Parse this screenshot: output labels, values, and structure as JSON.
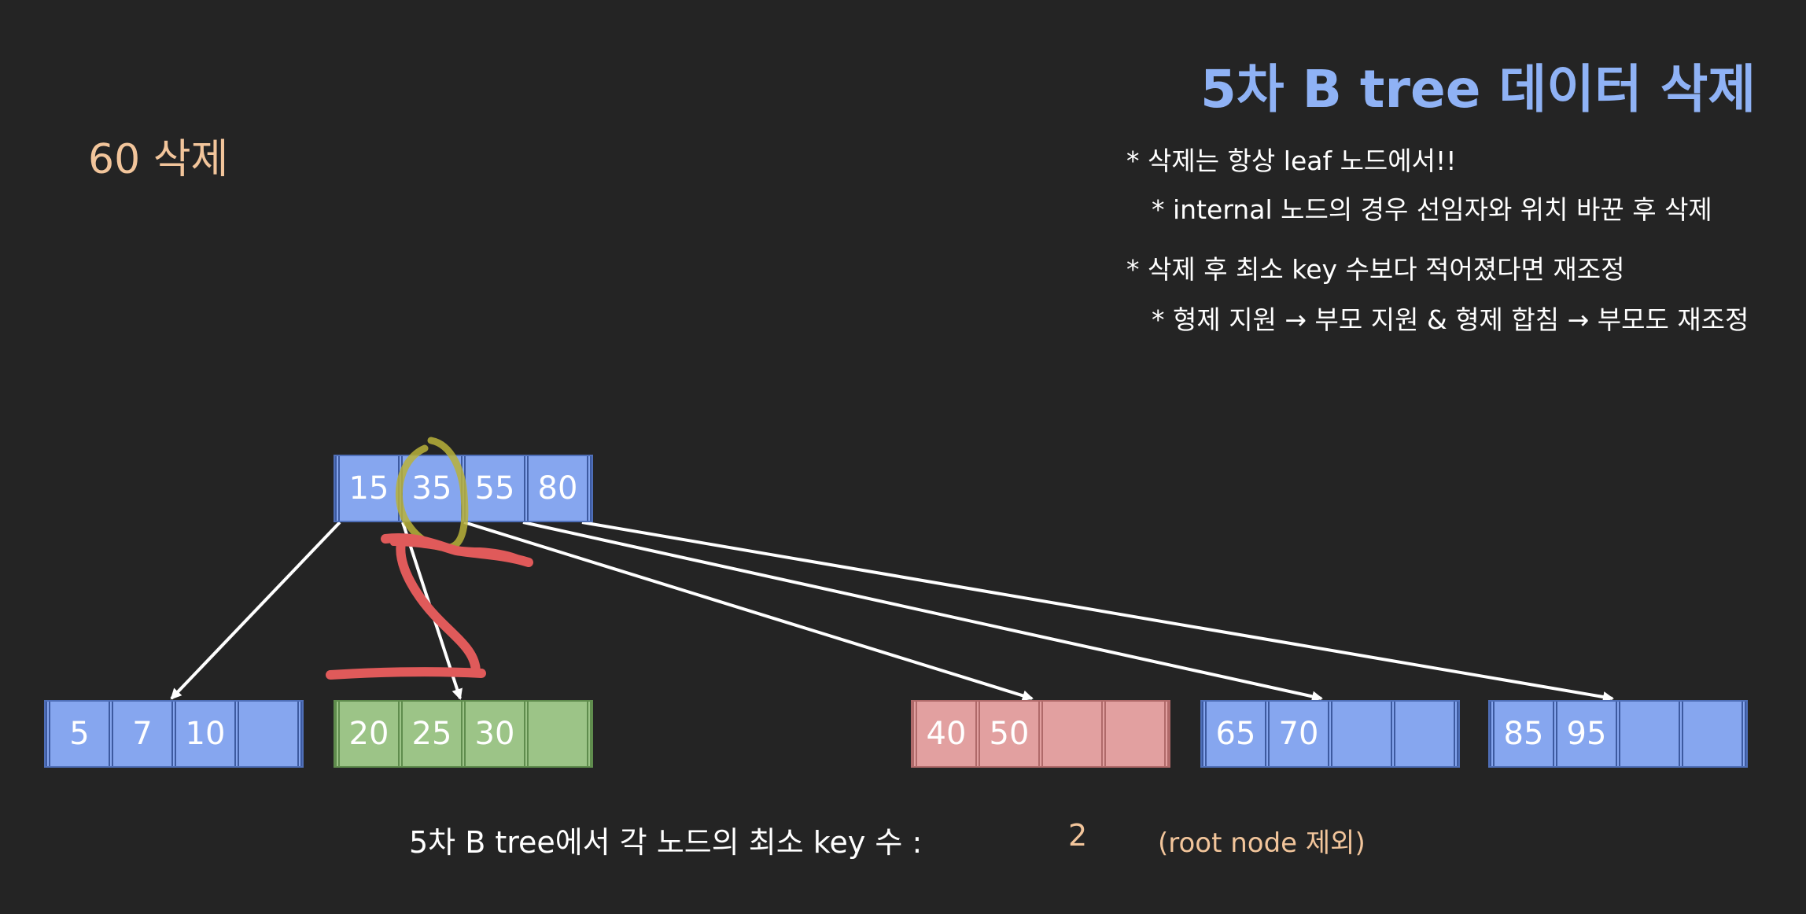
{
  "title": "5차 B tree 데이터 삭제",
  "step_label": "60 삭제",
  "notes": [
    "* 삭제는 항상 leaf 노드에서!!",
    "* internal 노드의 경우 선임자와 위치 바꾼 후 삭제",
    "* 삭제 후 최소 key 수보다 적어졌다면 재조정",
    "* 형제 지원 → 부모 지원 & 형제 합침 → 부모도 재조정"
  ],
  "root_keys": [
    "15",
    "35",
    "55",
    "80"
  ],
  "leaves": [
    {
      "keys": [
        "5",
        "7",
        "10",
        ""
      ],
      "color": "#86a6ef"
    },
    {
      "keys": [
        "20",
        "25",
        "30",
        ""
      ],
      "color": "#9cc487"
    },
    {
      "keys": [
        "40",
        "50",
        "",
        ""
      ],
      "color": "#e2a0a0"
    },
    {
      "keys": [
        "65",
        "70",
        "",
        ""
      ],
      "color": "#86a6ef"
    },
    {
      "keys": [
        "85",
        "95",
        "",
        ""
      ],
      "color": "#86a6ef"
    }
  ],
  "bottom": {
    "label": "5차 B tree에서 각 노드의 최소 key 수 :",
    "value": "2",
    "note": "(root node 제외)"
  },
  "colors": {
    "background": "#242424",
    "title": "#8fb2f5",
    "step": "#f2c59b",
    "node_blue": "#86a6ef",
    "node_green": "#9cc487",
    "node_red": "#e2a0a0",
    "annotation_red": "#e05a5a",
    "annotation_yellow": "#b8b23a"
  }
}
